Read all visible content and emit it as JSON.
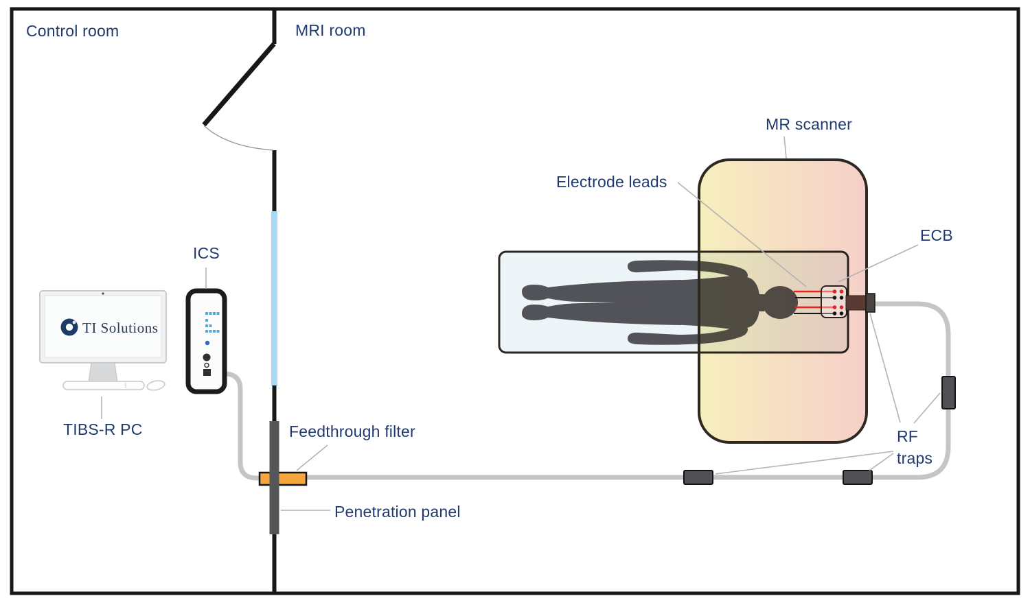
{
  "labels": {
    "control_room": "Control room",
    "mri_room": "MRI room",
    "mr_scanner": "MR scanner",
    "electrode_leads": "Electrode leads",
    "ecb": "ECB",
    "rf_traps": "RF traps",
    "ics": "ICS",
    "tibs_r_pc": "TIBS-R PC",
    "feedthrough_filter": "Feedthrough filter",
    "penetration_panel": "Penetration panel"
  },
  "monitor": {
    "logo_text": "TI Solutions"
  },
  "colors": {
    "label_text": "#1f3a6e",
    "scanner_yellow": "#f7efbe",
    "scanner_pink": "#f6cfc8",
    "window_blue": "#a8daf8",
    "filter_orange": "#f4a53c",
    "cable_gray": "#c5c5c7",
    "lead_red": "#e8211f",
    "lead_black": "#141414",
    "body_gray": "#525358",
    "table_blue": "#edf5f8",
    "rf_trap_gray": "#515155",
    "wall_black": "#171717",
    "connector_brown": "#5a3a33"
  }
}
